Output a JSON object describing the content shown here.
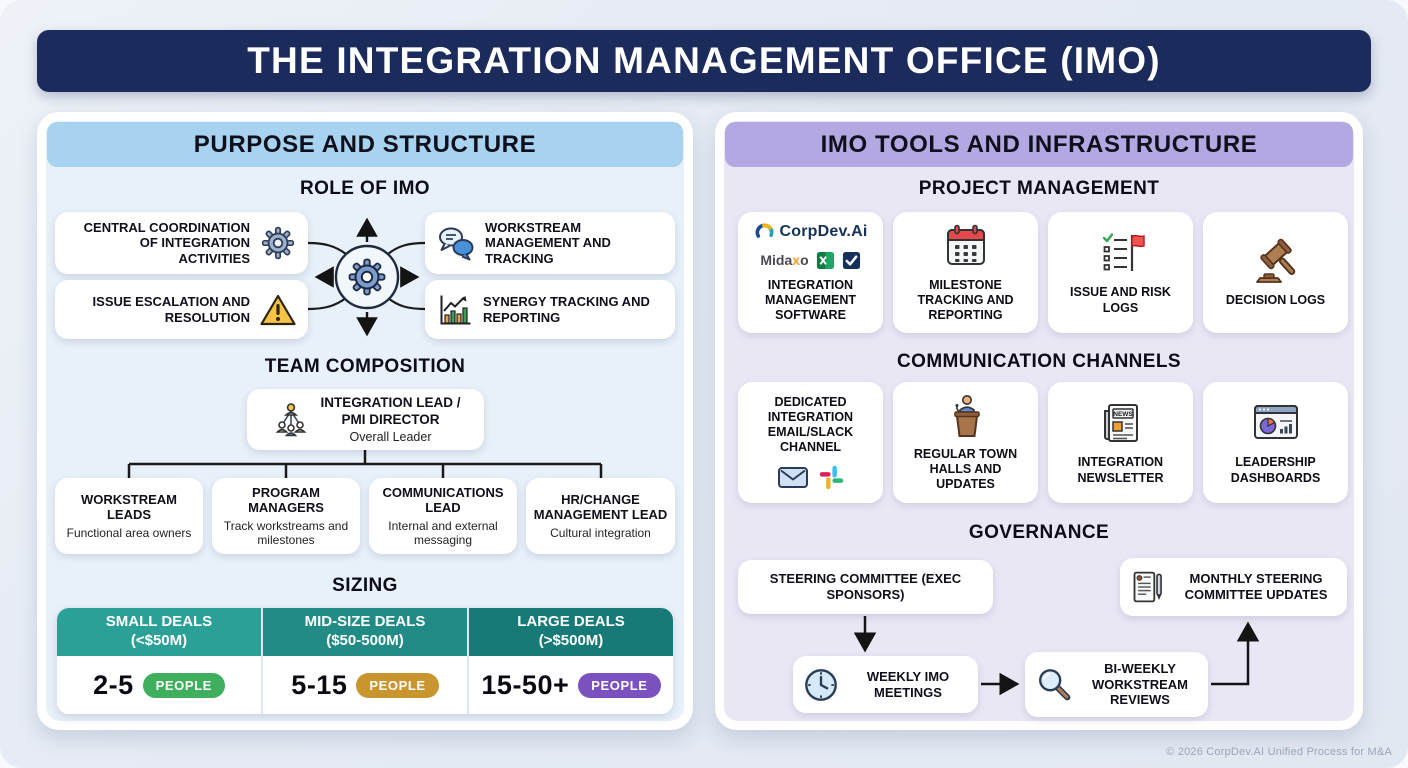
{
  "page": {
    "title": "THE INTEGRATION MANAGEMENT OFFICE (IMO)",
    "footer": "© 2026 CorpDev.AI Unified Process for M&A"
  },
  "colors": {
    "banner_bg": "#1b2b5c",
    "left_header_bg": "#a8d3f0",
    "left_panel_bg": "#e8f1f9",
    "right_header_bg": "#b3a8e2",
    "right_panel_bg": "#eae7f5"
  },
  "left_panel": {
    "header": "PURPOSE AND STRUCTURE",
    "role": {
      "heading": "ROLE OF IMO",
      "items": [
        {
          "label": "CENTRAL COORDINATION OF INTEGRATION ACTIVITIES",
          "icon": "gear-icon"
        },
        {
          "label": "WORKSTREAM MANAGEMENT AND TRACKING",
          "icon": "chat-bubbles-icon"
        },
        {
          "label": "ISSUE ESCALATION AND RESOLUTION",
          "icon": "warning-triangle-icon"
        },
        {
          "label": "SYNERGY TRACKING AND REPORTING",
          "icon": "growth-chart-icon"
        }
      ],
      "hub_icon": "gear-hub-icon"
    },
    "team": {
      "heading": "TEAM COMPOSITION",
      "leader": {
        "title_line1": "INTEGRATION LEAD /",
        "title_line2": "PMI DIRECTOR",
        "subtitle": "Overall Leader",
        "icon": "org-people-icon"
      },
      "members": [
        {
          "title": "WORKSTREAM LEADS",
          "subtitle": "Functional area owners"
        },
        {
          "title": "PROGRAM MANAGERS",
          "subtitle": "Track workstreams and milestones"
        },
        {
          "title": "COMMUNICATIONS LEAD",
          "subtitle": "Internal and external messaging"
        },
        {
          "title": "HR/CHANGE MANAGEMENT LEAD",
          "subtitle": "Cultural integration"
        }
      ]
    },
    "sizing": {
      "heading": "SIZING",
      "columns": [
        {
          "header_line1": "SMALL DEALS",
          "header_line2": "(<$50M)",
          "header_bg": "#2ba096",
          "value": "2-5",
          "badge": "PEOPLE",
          "badge_bg": "#3fae5d"
        },
        {
          "header_line1": "MID-SIZE DEALS",
          "header_line2": "($50-500M)",
          "header_bg": "#228b85",
          "value": "5-15",
          "badge": "PEOPLE",
          "badge_bg": "#c9952f"
        },
        {
          "header_line1": "LARGE DEALS",
          "header_line2": "(>$500M)",
          "header_bg": "#177a76",
          "value": "15-50+",
          "badge": "PEOPLE",
          "badge_bg": "#7b51c0"
        }
      ]
    }
  },
  "right_panel": {
    "header": "IMO TOOLS AND INFRASTRUCTURE",
    "project_management": {
      "heading": "PROJECT MANAGEMENT",
      "cards": [
        {
          "label": "INTEGRATION MANAGEMENT SOFTWARE",
          "brand_primary": "CorpDev.Ai",
          "brand_secondary_parts": [
            "Mida",
            "x",
            "o"
          ],
          "icons": [
            "corpdev-logo-icon",
            "excel-icon",
            "tasks-check-icon"
          ]
        },
        {
          "label": "MILESTONE TRACKING AND REPORTING",
          "icon": "calendar-icon"
        },
        {
          "label": "ISSUE AND RISK LOGS",
          "icon": "checklist-flag-icon"
        },
        {
          "label": "DECISION LOGS",
          "icon": "gavel-icon"
        }
      ]
    },
    "communication": {
      "heading": "COMMUNICATION CHANNELS",
      "cards": [
        {
          "label": "DEDICATED INTEGRATION EMAIL/SLACK CHANNEL",
          "icons": [
            "envelope-icon",
            "slack-icon"
          ]
        },
        {
          "label": "REGULAR TOWN HALLS AND UPDATES",
          "icon": "podium-icon"
        },
        {
          "label": "INTEGRATION NEWSLETTER",
          "icon": "newspaper-icon",
          "icon_text": "NEWS"
        },
        {
          "label": "LEADERSHIP DASHBOARDS",
          "icon": "dashboard-icon"
        }
      ]
    },
    "governance": {
      "heading": "GOVERNANCE",
      "nodes": [
        {
          "label": "STEERING COMMITTEE (EXEC SPONSORS)"
        },
        {
          "label": "WEEKLY IMO MEETINGS",
          "icon": "clock-icon"
        },
        {
          "label": "BI-WEEKLY WORKSTREAM REVIEWS",
          "icon": "magnifier-icon"
        },
        {
          "label": "MONTHLY STEERING COMMITTEE UPDATES",
          "icon": "report-pen-icon"
        }
      ]
    }
  }
}
